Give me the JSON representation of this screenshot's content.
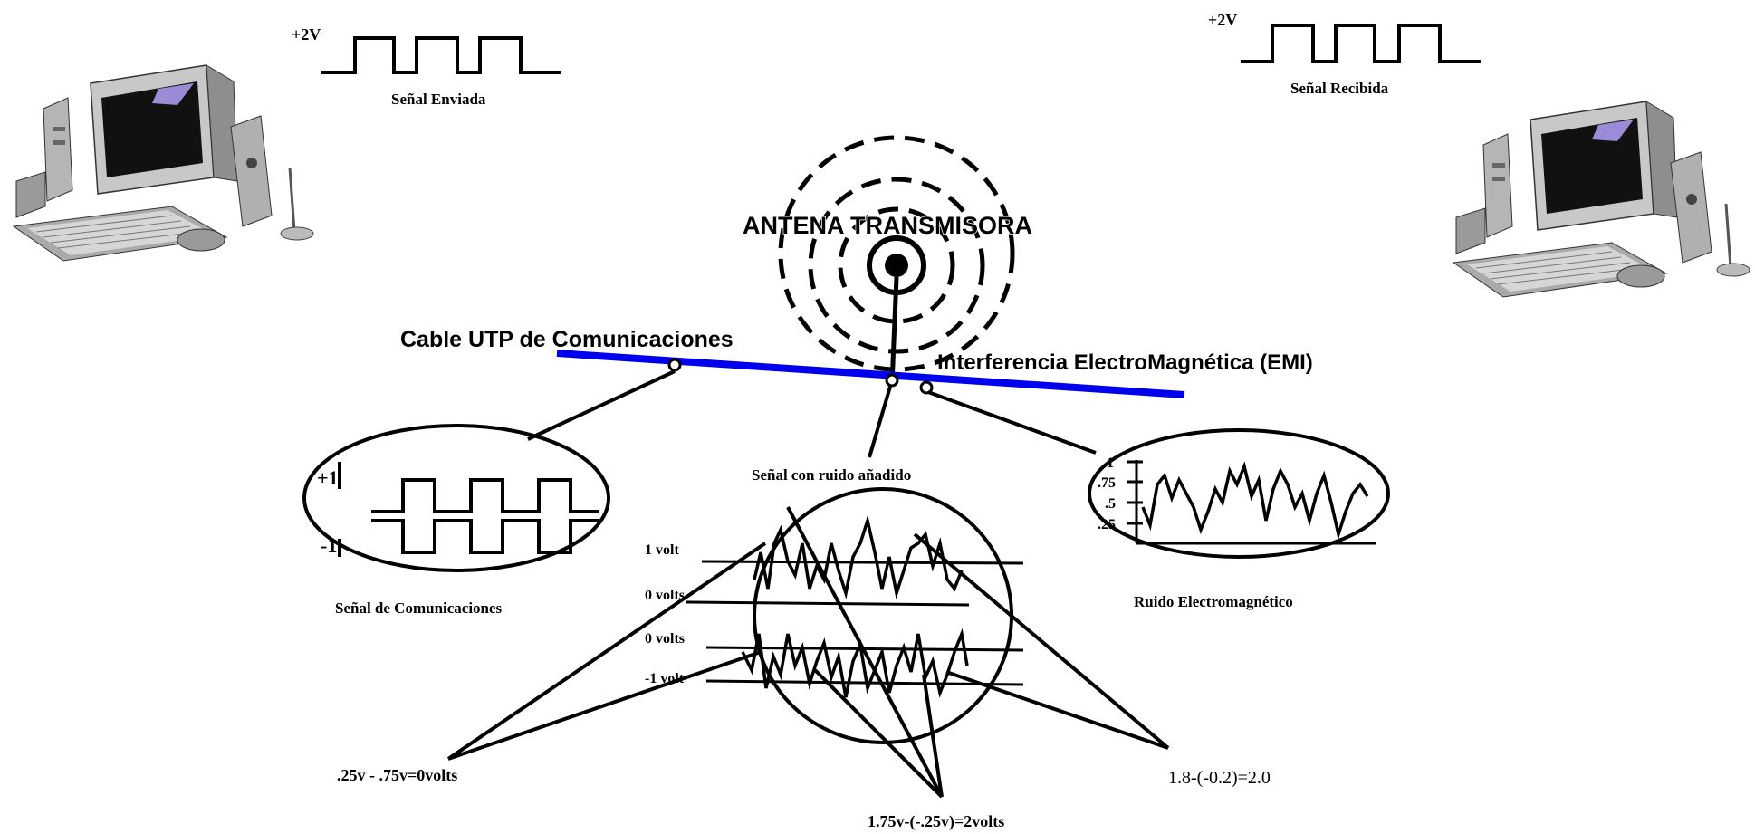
{
  "colors": {
    "line": "#000000",
    "cable": "#0000ee",
    "monitor_body": "#c8c8c8",
    "monitor_screen": "#111111",
    "screen_accent": "#9c8cd8"
  },
  "icons": {
    "left_computer": "desktop-computer-icon",
    "right_computer": "desktop-computer-icon",
    "antenna": "radio-antenna-icon"
  },
  "signals": {
    "sent": {
      "voltage_label": "+2V",
      "caption": "Señal Enviada"
    },
    "received": {
      "voltage_label": "+2V",
      "caption": "Señal Recibida"
    }
  },
  "antenna": {
    "label": "ANTENA TRANSMISORA"
  },
  "cable": {
    "label": "Cable UTP de Comunicaciones"
  },
  "emi": {
    "label": "Interferencia ElectroMagnética (EMI)"
  },
  "comm_signal": {
    "caption": "Señal de Comunicaciones",
    "plus_label": "+1",
    "minus_label": "-1"
  },
  "noise": {
    "caption": "Ruido Electromagnético",
    "ticks": [
      "1",
      ".75",
      ".5",
      ".25"
    ]
  },
  "combined": {
    "caption": "Señal con ruido añadido",
    "levels": [
      "1 volt",
      "0 volts",
      "0 volts",
      "-1 volt"
    ]
  },
  "calculations": {
    "left": ".25v - .75v=0volts",
    "bottom": "1.75v-(-.25v)=2volts",
    "right": "1.8-(-0.2)=2.0"
  }
}
